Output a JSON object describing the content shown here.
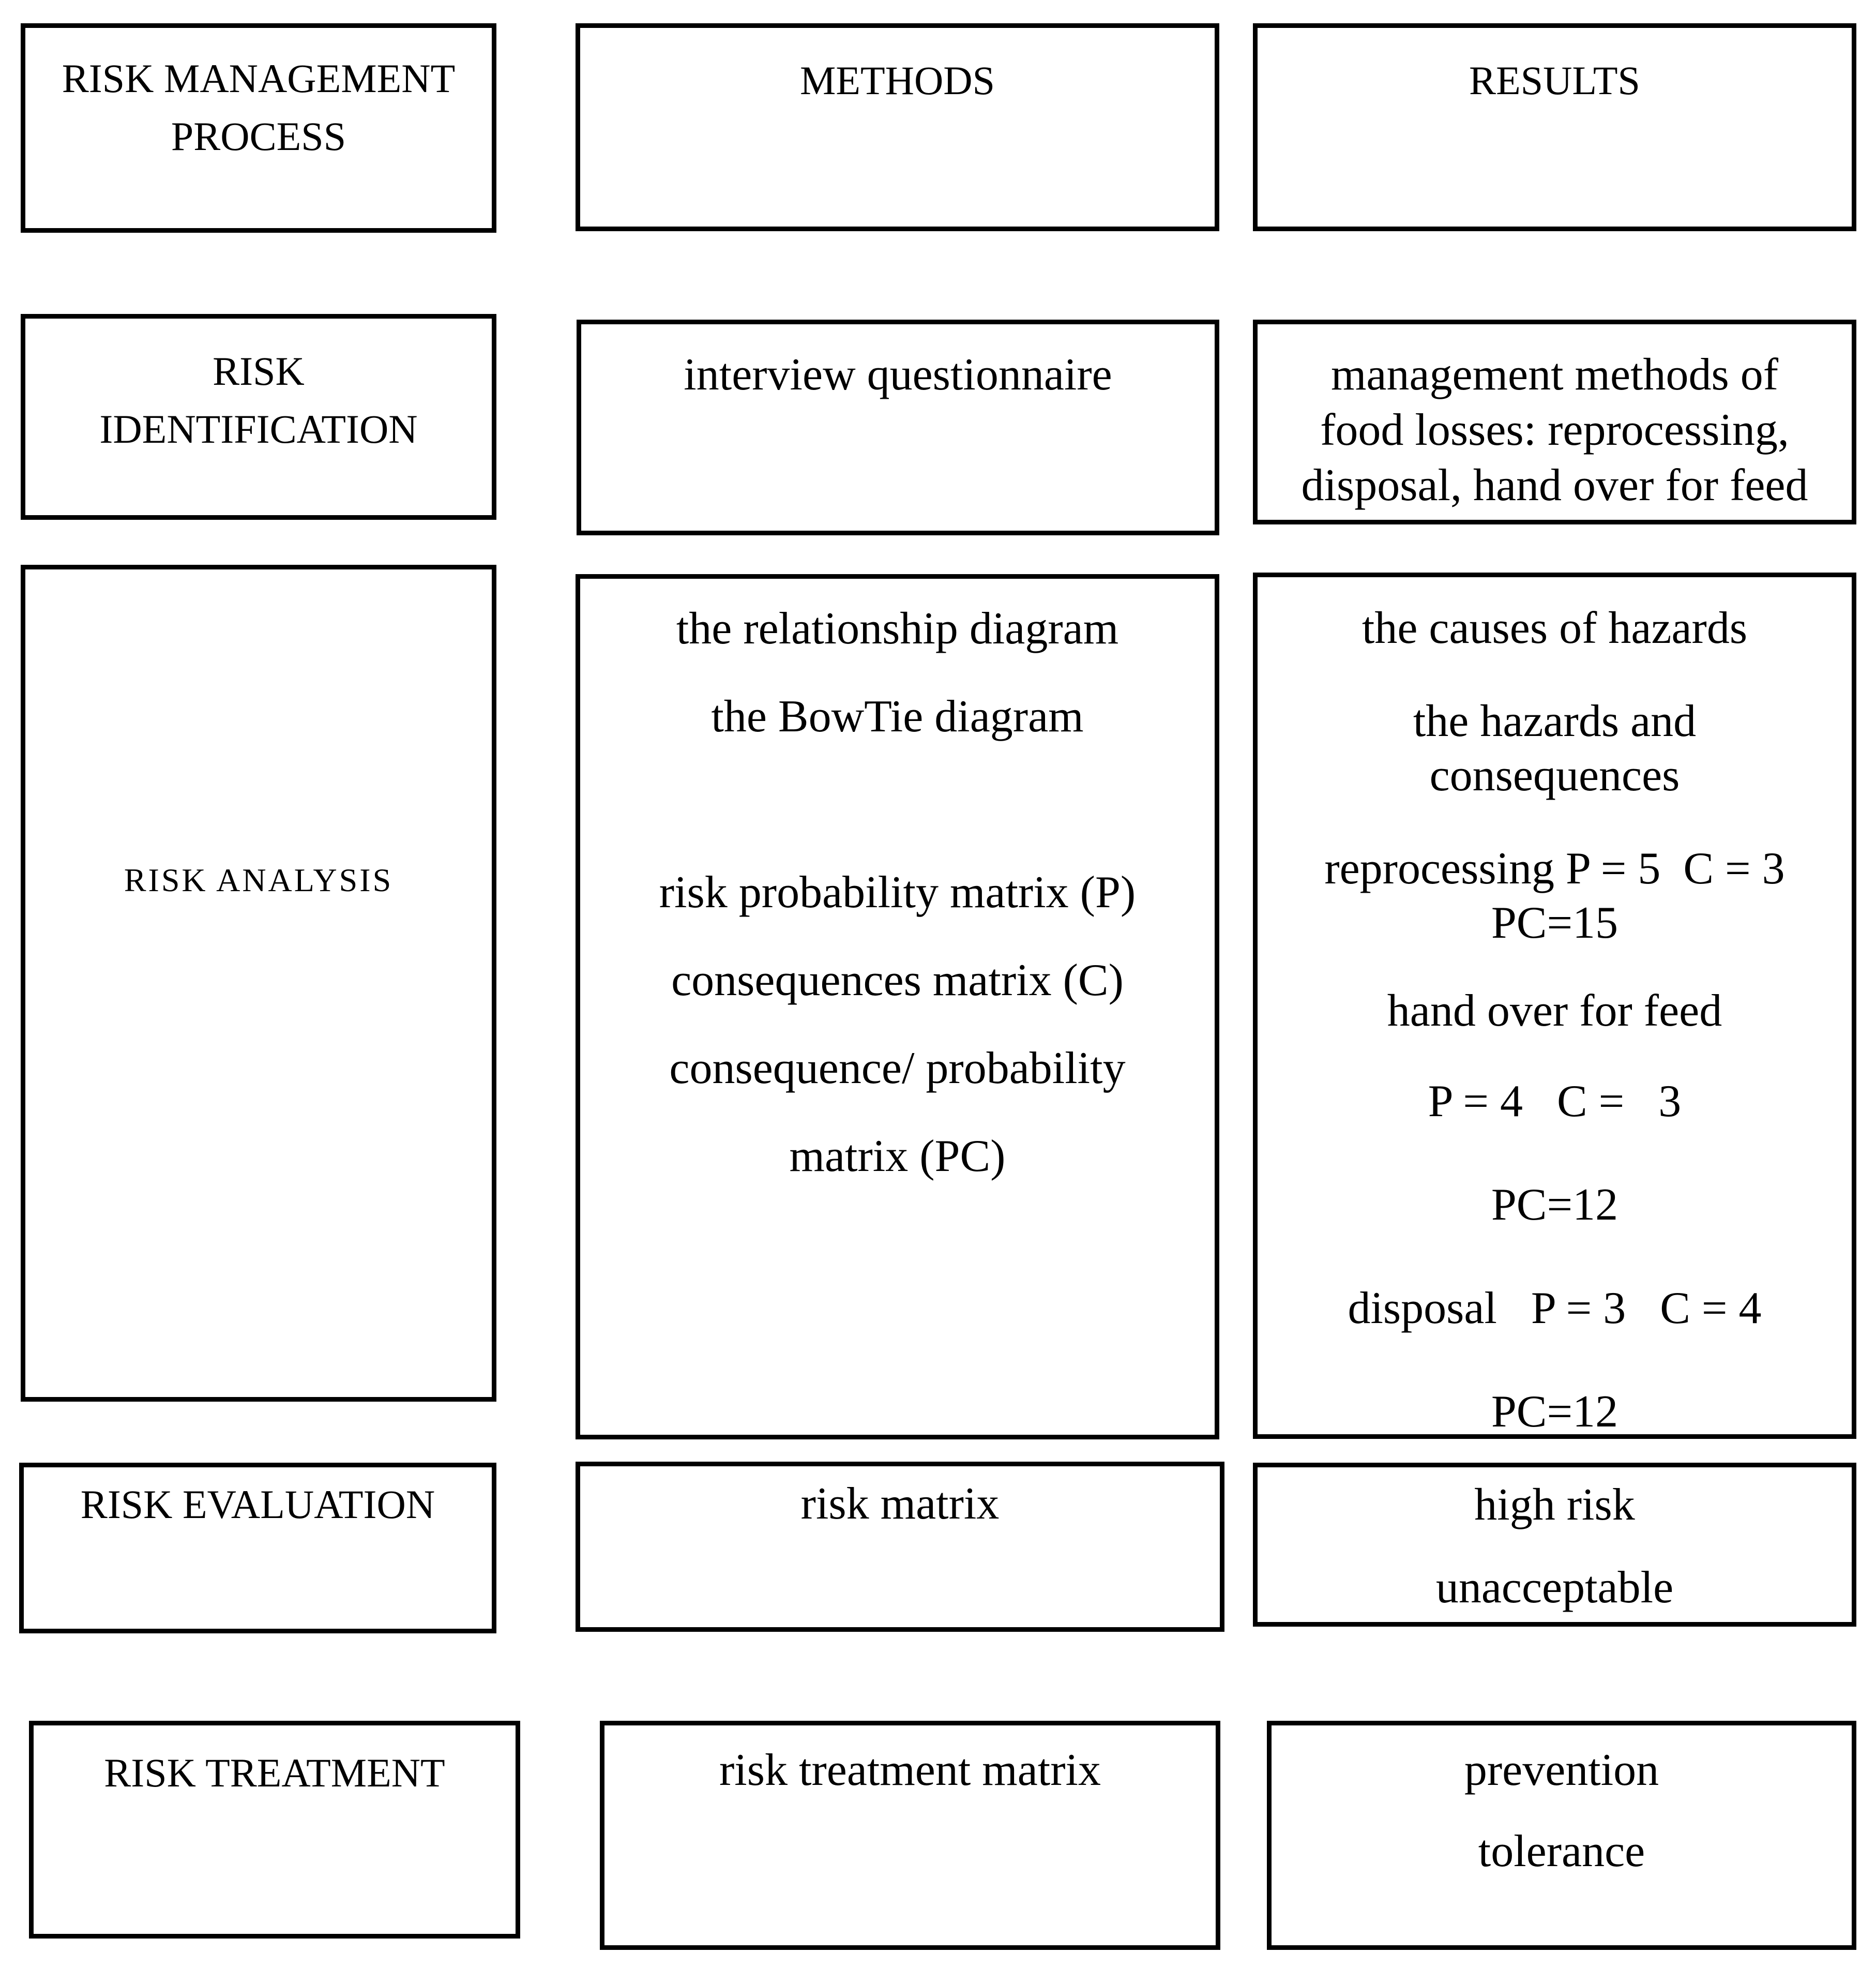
{
  "diagram": {
    "headers": {
      "process": [
        "RISK MANAGEMENT",
        "PROCESS"
      ],
      "methods": "METHODS",
      "results": "RESULTS"
    },
    "identification": {
      "stage": [
        "RISK",
        "IDENTIFICATION"
      ],
      "method": "interview questionnaire",
      "result": [
        "management methods of",
        "food losses: reprocessing,",
        "disposal, hand over for feed"
      ]
    },
    "analysis": {
      "stage": "RISK ANALYSIS",
      "methods": [
        "the relationship diagram",
        "the BowTie diagram",
        "",
        "risk probability matrix (P)",
        "consequences matrix (C)",
        "consequence/ probability",
        "matrix (PC)"
      ],
      "results": [
        "the causes of hazards",
        "the hazards and",
        "consequences",
        "reprocessing P = 5  C = 3",
        "PC=15",
        "hand over for feed",
        "P = 4   C =   3",
        "PC=12",
        "disposal   P = 3   C = 4",
        "PC=12"
      ]
    },
    "evaluation": {
      "stage": "RISK EVALUATION",
      "method": "risk matrix",
      "result": [
        "high risk",
        "unacceptable"
      ]
    },
    "treatment": {
      "stage": "RISK TREATMENT",
      "method": "risk treatment matrix",
      "result": [
        "prevention",
        "tolerance"
      ]
    }
  }
}
